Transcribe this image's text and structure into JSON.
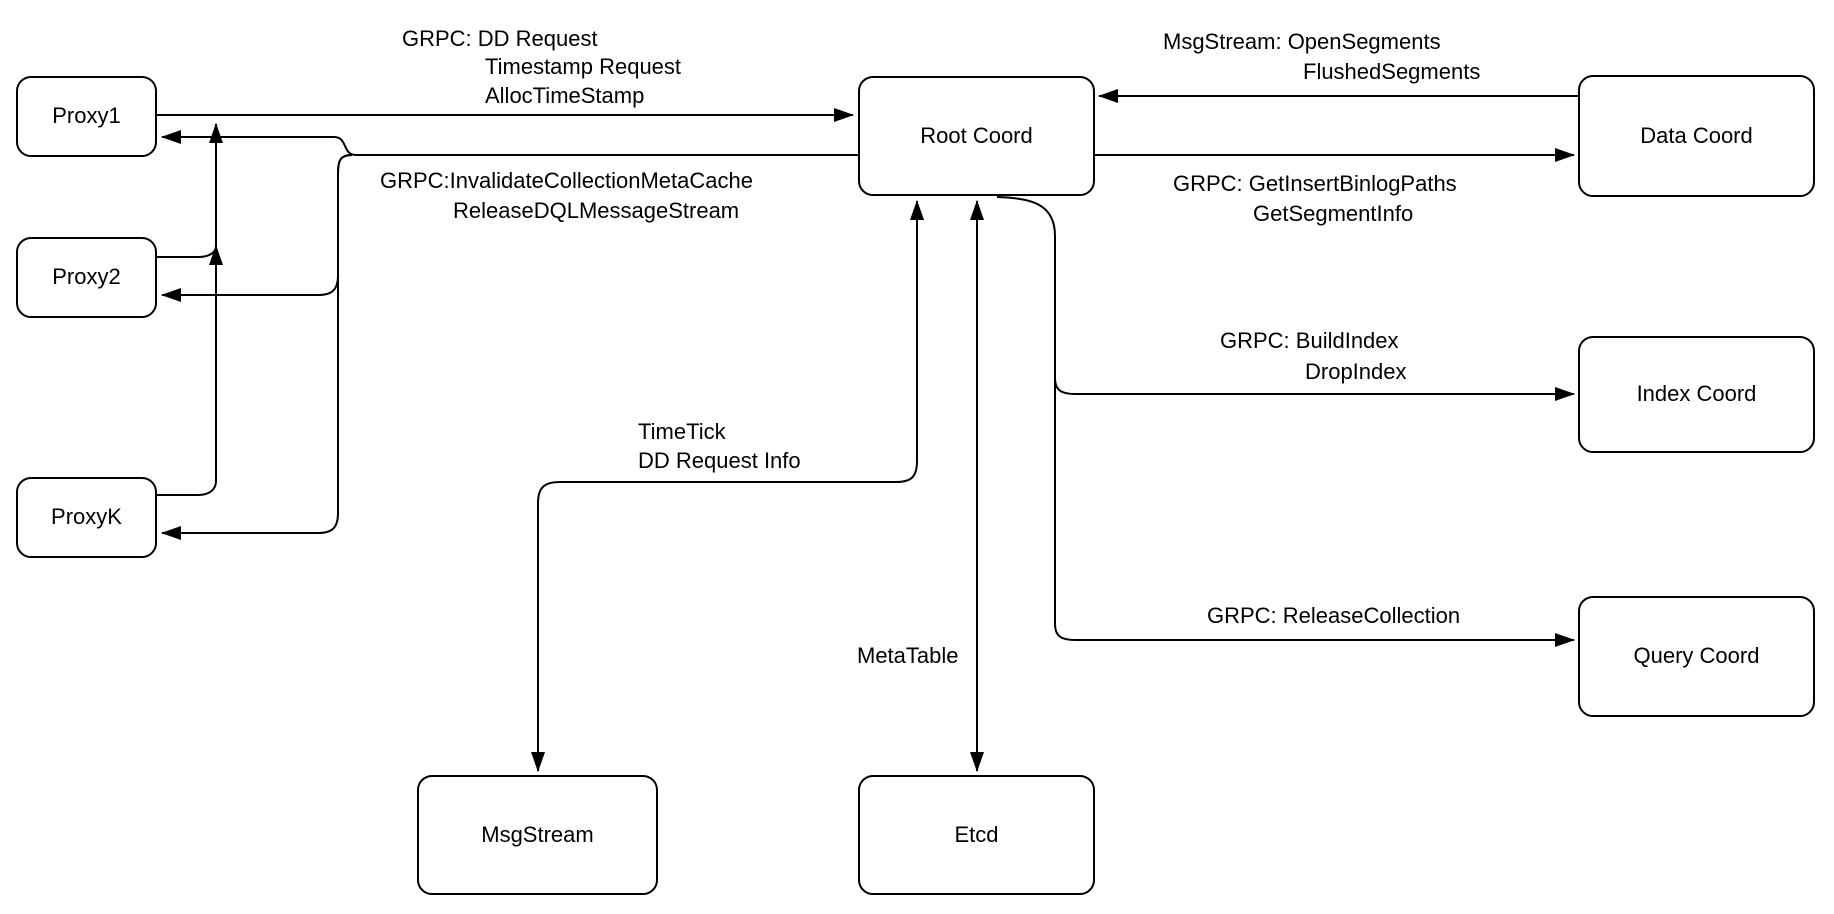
{
  "diagram": {
    "type": "architecture-diagram",
    "stroke_color": "#000000",
    "background_color": "#ffffff"
  },
  "nodes": {
    "proxy1": {
      "label": "Proxy1"
    },
    "proxy2": {
      "label": "Proxy2"
    },
    "proxyk": {
      "label": "ProxyK"
    },
    "root_coord": {
      "label": "Root Coord"
    },
    "data_coord": {
      "label": "Data Coord"
    },
    "index_coord": {
      "label": "Index Coord"
    },
    "query_coord": {
      "label": "Query Coord"
    },
    "msgstream": {
      "label": "MsgStream"
    },
    "etcd": {
      "label": "Etcd"
    }
  },
  "edge_labels": {
    "proxy_to_root": {
      "line1": "GRPC: DD Request",
      "line2": "Timestamp Request",
      "line3": "AllocTimeStamp"
    },
    "root_to_proxy": {
      "line1": "GRPC:InvalidateCollectionMetaCache",
      "line2": "ReleaseDQLMessageStream"
    },
    "datacoord_to_root": {
      "line1": "MsgStream: OpenSegments",
      "line2": "FlushedSegments"
    },
    "root_to_datacoord": {
      "line1": "GRPC: GetInsertBinlogPaths",
      "line2": "GetSegmentInfo"
    },
    "root_to_indexcoord": {
      "line1": "GRPC: BuildIndex",
      "line2": "DropIndex"
    },
    "root_to_querycoord": {
      "line1": "GRPC: ReleaseCollection"
    },
    "root_to_msgstream": {
      "line1": "TimeTick",
      "line2": "DD Request Info"
    },
    "root_to_etcd": {
      "line1": "MetaTable"
    }
  },
  "edges": [
    {
      "from": "Proxy1",
      "to": "Root Coord",
      "bidirectional": false,
      "label": "GRPC: DD Request, Timestamp Request, AllocTimeStamp"
    },
    {
      "from": "Proxy2",
      "to": "Root Coord",
      "bidirectional": false,
      "label": "GRPC: DD Request, Timestamp Request, AllocTimeStamp"
    },
    {
      "from": "ProxyK",
      "to": "Root Coord",
      "bidirectional": false,
      "label": "GRPC: DD Request, Timestamp Request, AllocTimeStamp"
    },
    {
      "from": "Root Coord",
      "to": "Proxy1",
      "bidirectional": false,
      "label": "GRPC:InvalidateCollectionMetaCache, ReleaseDQLMessageStream"
    },
    {
      "from": "Root Coord",
      "to": "Proxy2",
      "bidirectional": false,
      "label": "GRPC:InvalidateCollectionMetaCache, ReleaseDQLMessageStream"
    },
    {
      "from": "Root Coord",
      "to": "ProxyK",
      "bidirectional": false,
      "label": "GRPC:InvalidateCollectionMetaCache, ReleaseDQLMessageStream"
    },
    {
      "from": "Data Coord",
      "to": "Root Coord",
      "bidirectional": false,
      "label": "MsgStream: OpenSegments, FlushedSegments"
    },
    {
      "from": "Root Coord",
      "to": "Data Coord",
      "bidirectional": false,
      "label": "GRPC: GetInsertBinlogPaths, GetSegmentInfo"
    },
    {
      "from": "Root Coord",
      "to": "Index Coord",
      "bidirectional": false,
      "label": "GRPC: BuildIndex, DropIndex"
    },
    {
      "from": "Root Coord",
      "to": "Query Coord",
      "bidirectional": false,
      "label": "GRPC: ReleaseCollection"
    },
    {
      "from": "Root Coord",
      "to": "MsgStream",
      "bidirectional": true,
      "label": "TimeTick, DD Request Info"
    },
    {
      "from": "Root Coord",
      "to": "Etcd",
      "bidirectional": true,
      "label": "MetaTable"
    }
  ]
}
